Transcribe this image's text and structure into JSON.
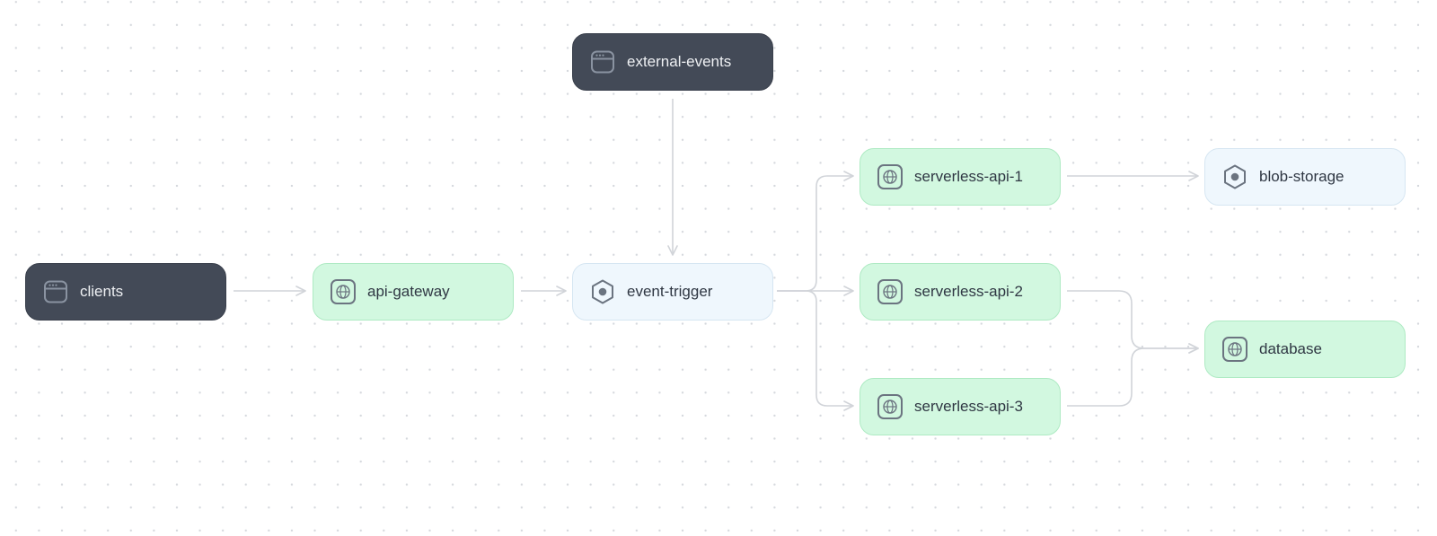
{
  "colors": {
    "dark_node": "#434a57",
    "green_node": "#d2f8e0",
    "blue_node": "#eff7fd",
    "edge": "#d1d4d9"
  },
  "nodes": {
    "external_events": {
      "label": "external-events",
      "icon": "browser-window-icon"
    },
    "clients": {
      "label": "clients",
      "icon": "browser-window-icon"
    },
    "api_gateway": {
      "label": "api-gateway",
      "icon": "globe-icon"
    },
    "event_trigger": {
      "label": "event-trigger",
      "icon": "hexagon-icon"
    },
    "serverless_api_1": {
      "label": "serverless-api-1",
      "icon": "globe-icon"
    },
    "serverless_api_2": {
      "label": "serverless-api-2",
      "icon": "globe-icon"
    },
    "serverless_api_3": {
      "label": "serverless-api-3",
      "icon": "globe-icon"
    },
    "blob_storage": {
      "label": "blob-storage",
      "icon": "hexagon-icon"
    },
    "database": {
      "label": "database",
      "icon": "globe-icon"
    }
  }
}
